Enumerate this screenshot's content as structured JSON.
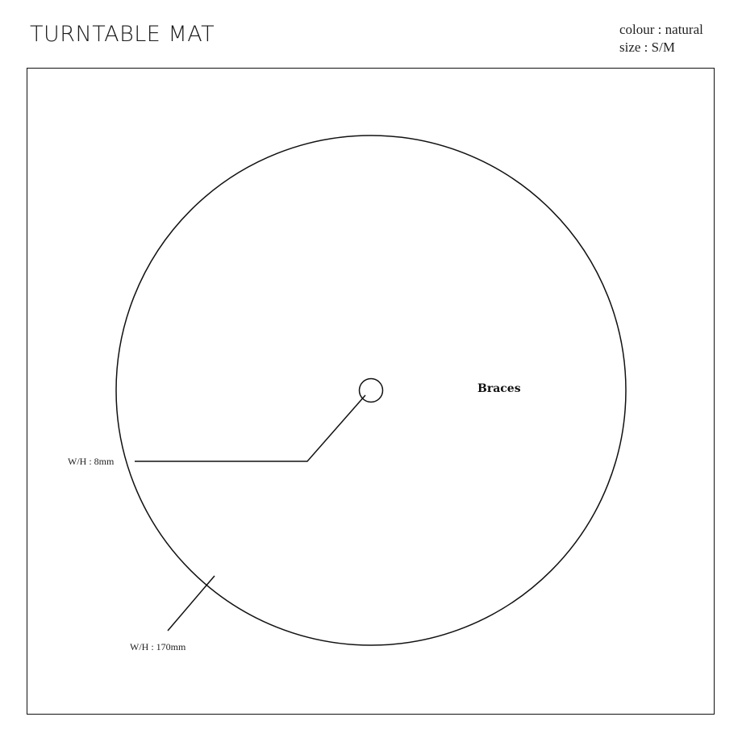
{
  "header": {
    "title": "TURNTABLE MAT",
    "colour_line": "colour : natural",
    "size_line": "size : S/M"
  },
  "drawing": {
    "brand_text": "Braces",
    "center_hole_label": "W/H : 8mm",
    "mat_label": "W/H : 170mm",
    "line_color": "#111111"
  }
}
